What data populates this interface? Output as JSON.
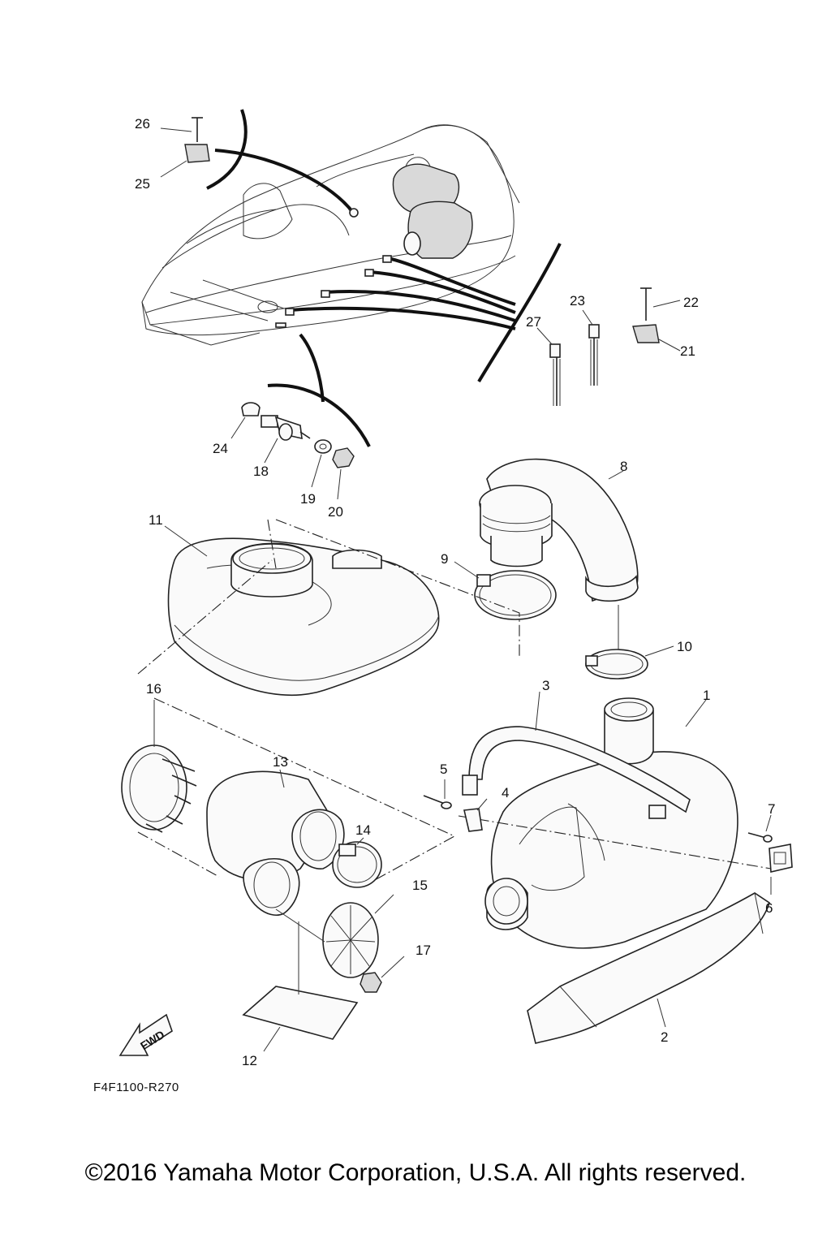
{
  "callouts": [
    "1",
    "2",
    "3",
    "4",
    "5",
    "6",
    "7",
    "8",
    "9",
    "10",
    "11",
    "12",
    "13",
    "14",
    "15",
    "16",
    "17",
    "18",
    "19",
    "20",
    "21",
    "22",
    "23",
    "24",
    "25",
    "26",
    "27"
  ],
  "diagram_code": "F4F1100-R270",
  "fwd_arrow_text": "FWD",
  "copyright": "©2016 Yamaha Motor Corporation, U.S.A. All rights reserved."
}
